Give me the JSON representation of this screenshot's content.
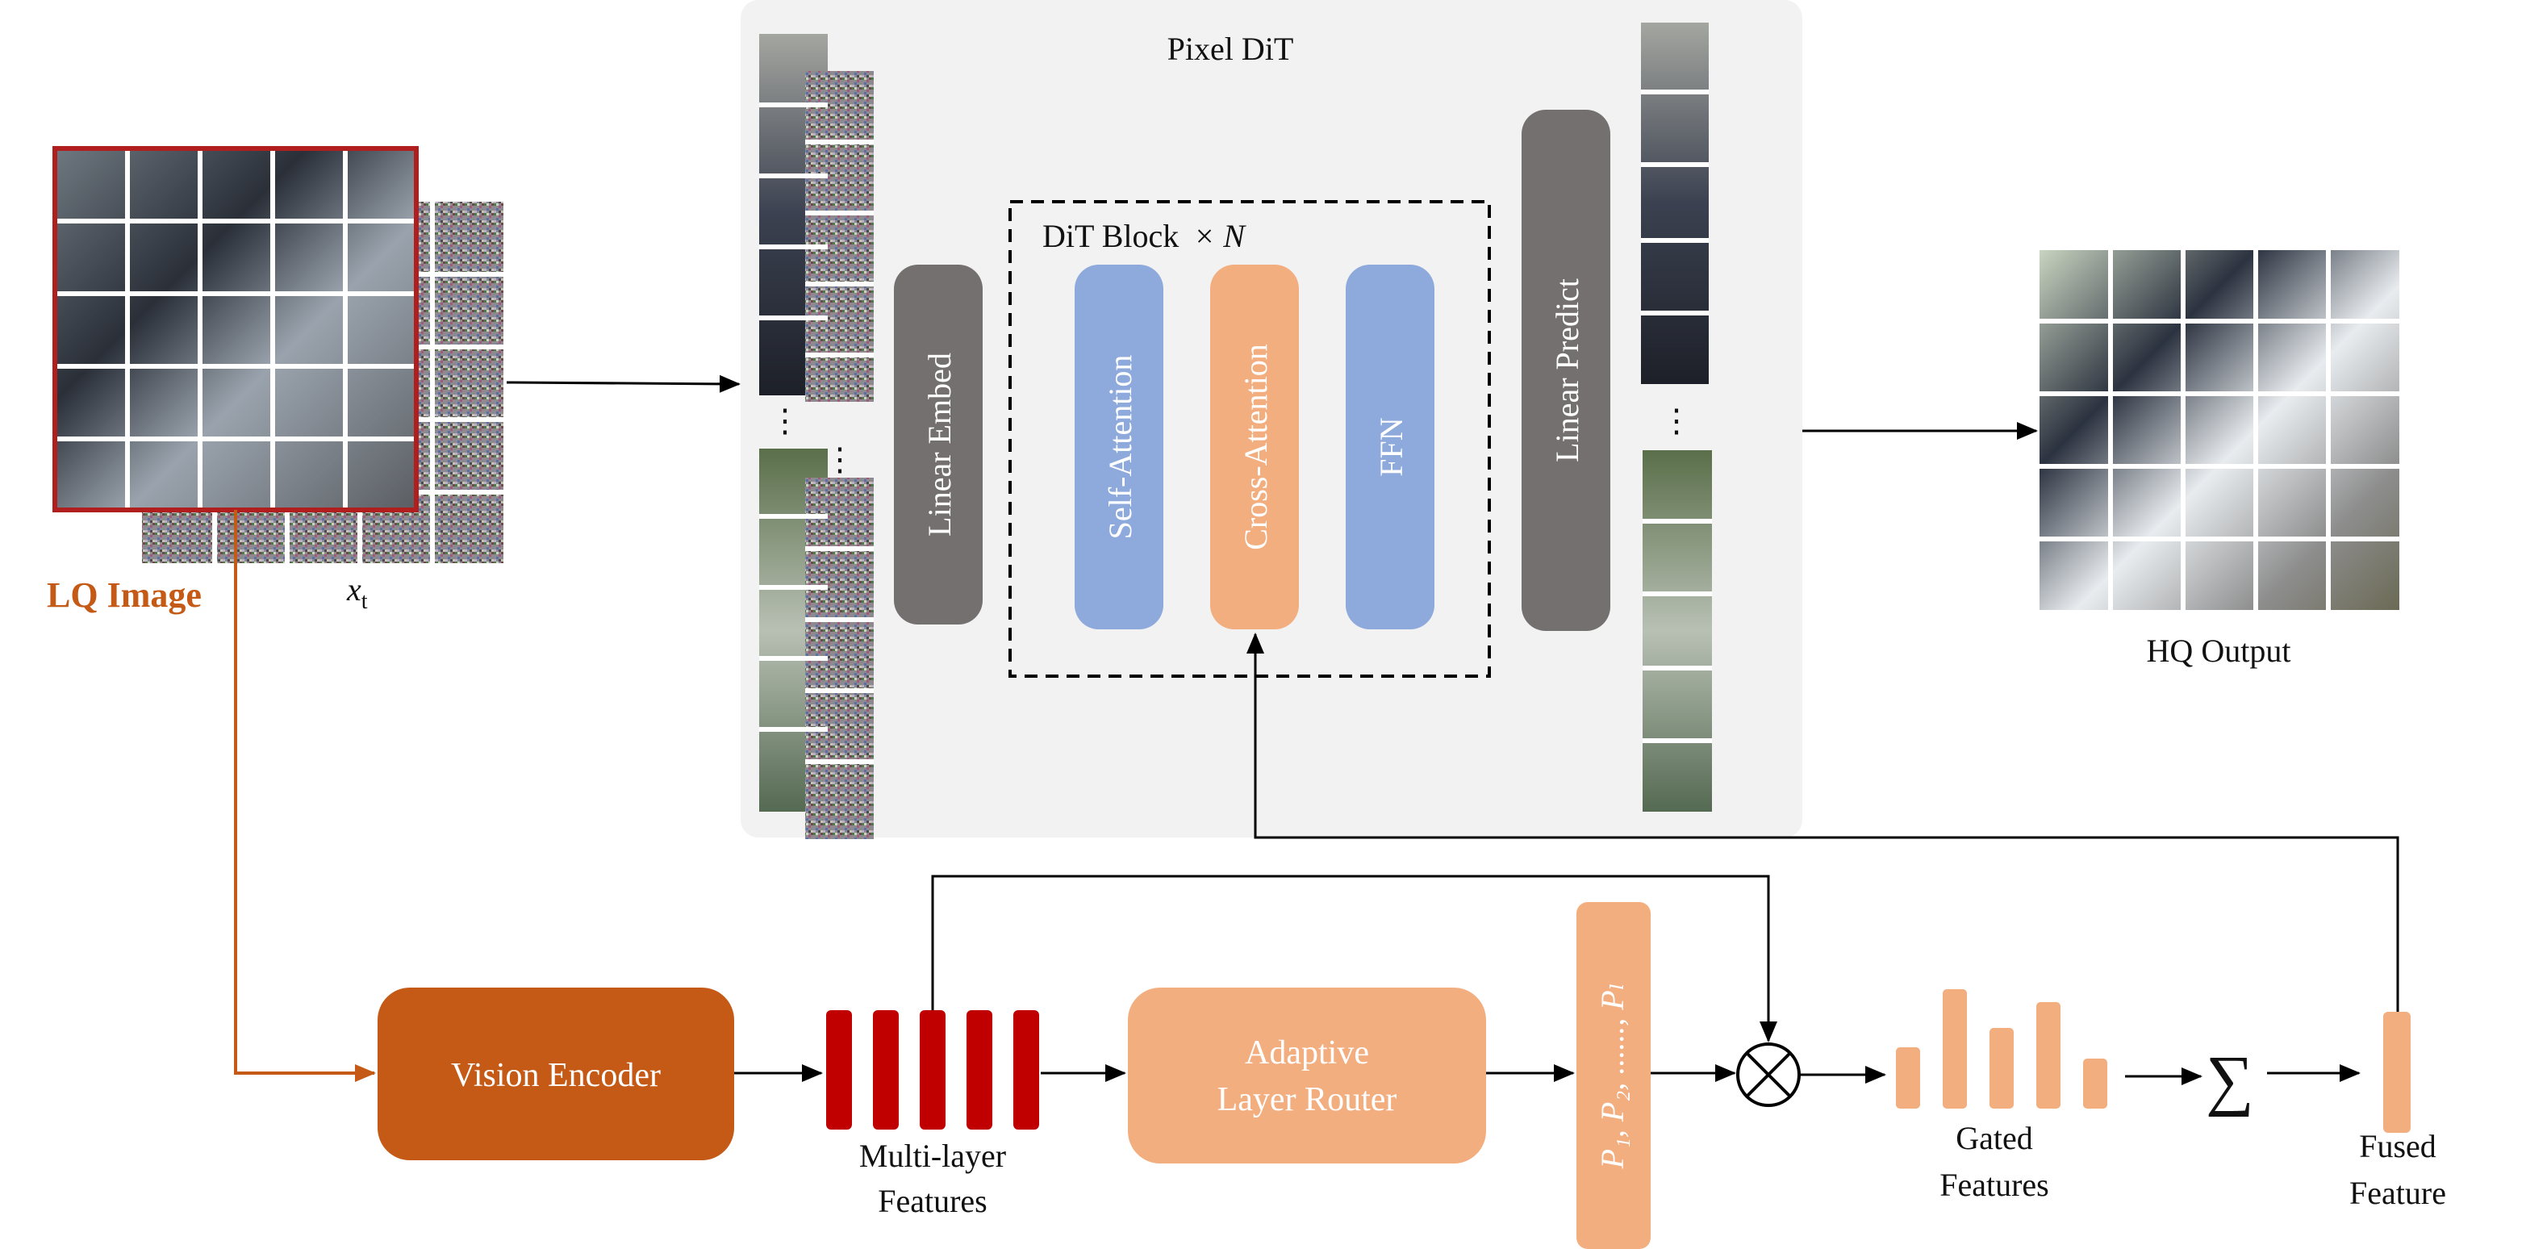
{
  "pixel_dit": {
    "title": "Pixel DiT",
    "linear_embed": "Linear Embed",
    "dit_block": "DiT Block",
    "dit_block_multiplier": "× N",
    "self_attention": "Self-Attention",
    "cross_attention": "Cross-Attention",
    "ffn": "FFN",
    "linear_predict": "Linear Predict",
    "ellipsis": "⋮"
  },
  "inputs": {
    "lq_image_label": "LQ Image",
    "xt_label": "x",
    "xt_subscript": "t"
  },
  "output": {
    "hq_label": "HQ Output"
  },
  "conditioning": {
    "vision_encoder": "Vision Encoder",
    "multilayer_line1": "Multi-layer",
    "multilayer_line2": "Features",
    "router_line1": "Adaptive",
    "router_line2": "Layer Router",
    "weights": "P₁, P₂, ......, Pₗ",
    "multiply_symbol": "⊗",
    "gated_line1": "Gated",
    "gated_line2": "Features",
    "sum_symbol": "∑",
    "fused_line1": "Fused",
    "fused_line2": "Feature"
  },
  "colors": {
    "dark_orange": "#c45a16",
    "light_orange": "#f3ae80",
    "red_feature": "#c00000",
    "blue_block": "#8ea9db",
    "gray_block": "#747070",
    "panel_bg": "#f2f2f2",
    "lq_border": "#b01e1e"
  }
}
